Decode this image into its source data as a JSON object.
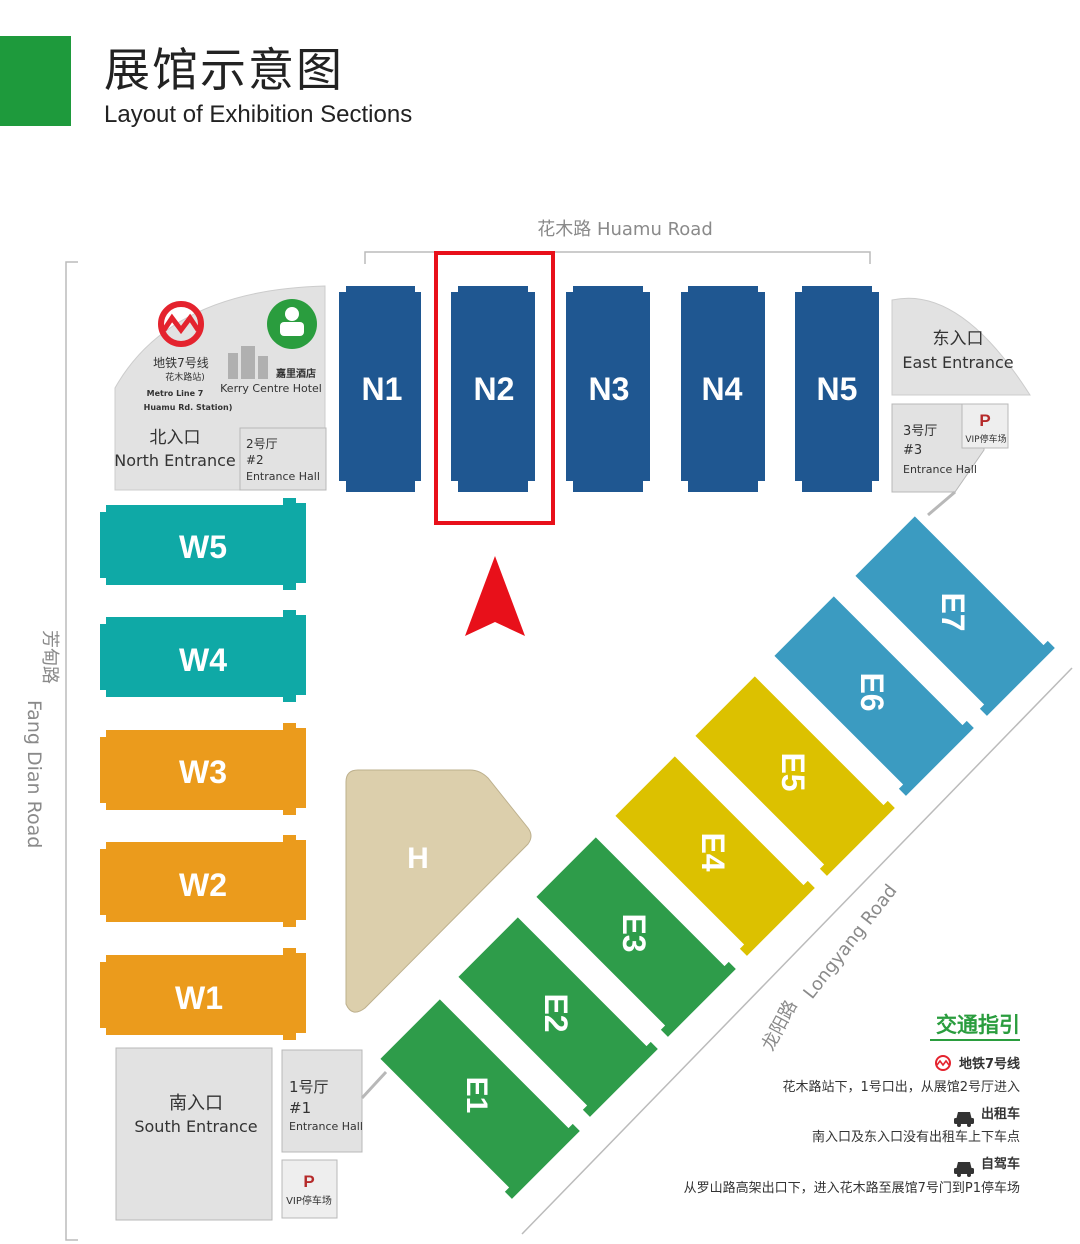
{
  "header": {
    "title_cn": "展馆示意图",
    "title_en": "Layout of Exhibition Sections"
  },
  "colors": {
    "brand_green": "#1e9a3c",
    "north_blue": "#1f5791",
    "west_teal": "#0fa9a6",
    "west_orange": "#eb9b1c",
    "east_blue": "#3b9bc1",
    "east_yellow": "#dcc100",
    "east_green": "#2e9c4a",
    "hall_h": "#dccfac",
    "highlight_red": "#e8101a"
  },
  "roads": {
    "north": "花木路 Huamu Road",
    "west_cn": "芳甸路",
    "west_en": "Fang Dian Road",
    "southeast_cn": "龙阳路",
    "southeast_en": "Longyang Road"
  },
  "north_halls": [
    "N1",
    "N2",
    "N3",
    "N4",
    "N5"
  ],
  "west_halls": [
    "W5",
    "W4",
    "W3",
    "W2",
    "W1"
  ],
  "east_halls": [
    "E7",
    "E6",
    "E5",
    "E4",
    "E3",
    "E2",
    "E1"
  ],
  "center_hall": "H",
  "highlighted_hall": "N2",
  "metro": {
    "line_cn": "地铁7号线",
    "station_cn": "花木路站)",
    "line_en": "Metro Line 7",
    "station_en": "Huamu Rd. Station)"
  },
  "hotel": {
    "name_cn": "嘉里酒店",
    "name_en": "Kerry Centre Hotel"
  },
  "entrances": {
    "north_cn": "北入口",
    "north_en": "North Entrance",
    "east_cn": "东入口",
    "east_en": "East Entrance",
    "south_cn": "南入口",
    "south_en": "South Entrance"
  },
  "entrance_halls": {
    "hall2_cn": "2号厅",
    "hall2_num": "#2",
    "hall2_en": "Entrance Hall",
    "hall3_cn": "3号厅",
    "hall3_num": "#3",
    "hall3_en": "Entrance Hall",
    "hall1_cn": "1号厅",
    "hall1_num": "#1",
    "hall1_en": "Entrance Hall"
  },
  "parking": {
    "symbol": "P",
    "label": "VIP停车场"
  },
  "transport": {
    "title": "交通指引",
    "metro_title": "地铁7号线",
    "metro_desc": "花木路站下，1号口出，从展馆2号厅进入",
    "taxi_title": "出租车",
    "taxi_desc": "南入口及东入口没有出租车上下车点",
    "car_title": "自驾车",
    "car_desc": "从罗山路高架出口下，进入花木路至展馆7号门到P1停车场"
  }
}
